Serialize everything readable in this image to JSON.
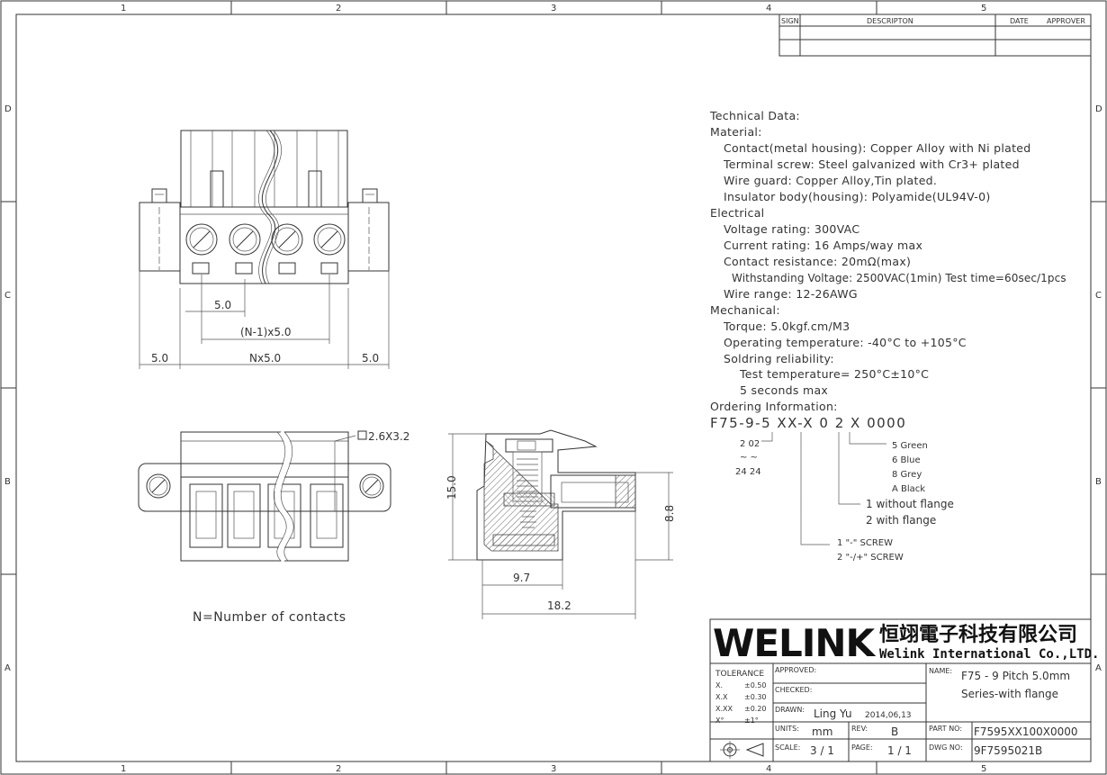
{
  "grid": {
    "cols": [
      "1",
      "2",
      "3",
      "4",
      "5"
    ],
    "rows": [
      "D",
      "C",
      "B",
      "A"
    ]
  },
  "revision_table": {
    "headers": [
      "SIGN",
      "DESCRIPTON",
      "DATE",
      "APPROVER"
    ]
  },
  "technical": {
    "lines": [
      "Technical Data:",
      "Material:",
      "Contact(metal housing): Copper Alloy with Ni plated",
      "Terminal screw: Steel galvanized with Cr3+ plated",
      "Wire guard: Copper Alloy,Tin plated.",
      "Insulator body(housing): Polyamide(UL94V-0)",
      "Electrical",
      "Voltage rating: 300VAC",
      "Current rating: 16 Amps/way max",
      "Contact resistance: 20mΩ(max)",
      "Withstanding Voltage: 2500VAC(1min) Test time=60sec/1pcs",
      "Wire range: 12-26AWG",
      "Mechanical:",
      "Torque: 5.0kgf.cm/M3",
      "Operating temperature: -40°C to +105°C",
      "Soldring reliability:",
      "Test temperature= 250°C±10°C",
      "5 seconds max",
      "Ordering Information:"
    ]
  },
  "ordering": {
    "code": "F75-9-5 XX-X 0 2 X 0000",
    "poles": [
      "2  02",
      "~   ~",
      "24  24"
    ],
    "colors": [
      "5  Green",
      "6  Blue",
      "8  Grey",
      "A  Black"
    ],
    "flange": [
      "1  without flange",
      "2 with flange"
    ],
    "screw": [
      "1   \"-\" SCREW",
      "2  \"-/+\" SCREW"
    ]
  },
  "dimensions": {
    "pitch": "5.0",
    "pitch_total": "(N-1)x5.0",
    "left": "5.0",
    "width": "Nx5.0",
    "right": "5.0",
    "hole": "2.6X3.2",
    "height": "15.0",
    "height_small": "8.8",
    "depth_small": "9.7",
    "depth": "18.2"
  },
  "note": "N=Number of contacts",
  "company": {
    "logo": "WELINK",
    "name_cn": "恒翊電子科技有限公司",
    "name_en": "Welink International Co.,LTD."
  },
  "title_block": {
    "tolerance_label": "TOLERANCE",
    "tolerances": [
      {
        "k": "X.",
        "v": "±0.50"
      },
      {
        "k": "X.X",
        "v": "±0.30"
      },
      {
        "k": "X.XX",
        "v": "±0.20"
      },
      {
        "k": "X°",
        "v": "±1°"
      }
    ],
    "approved_label": "APPROVED:",
    "checked_label": "CHECKED:",
    "drawn_label": "DRAWN:",
    "drawn_by": "Ling Yu",
    "drawn_date": "2014,06,13",
    "units_label": "UNITS:",
    "units": "mm",
    "rev_label": "REV:",
    "rev": "B",
    "scale_label": "SCALE:",
    "scale": "3 / 1",
    "page_label": "PAGE:",
    "page": "1 / 1",
    "name_label": "NAME:",
    "name_line1": "F75 - 9  Pitch 5.0mm",
    "name_line2": "Series-with flange",
    "part_label": "PART NO:",
    "part_no": "F7595XX100X0000",
    "dwg_label": "DWG NO:",
    "dwg_no": "9F7595021B"
  }
}
